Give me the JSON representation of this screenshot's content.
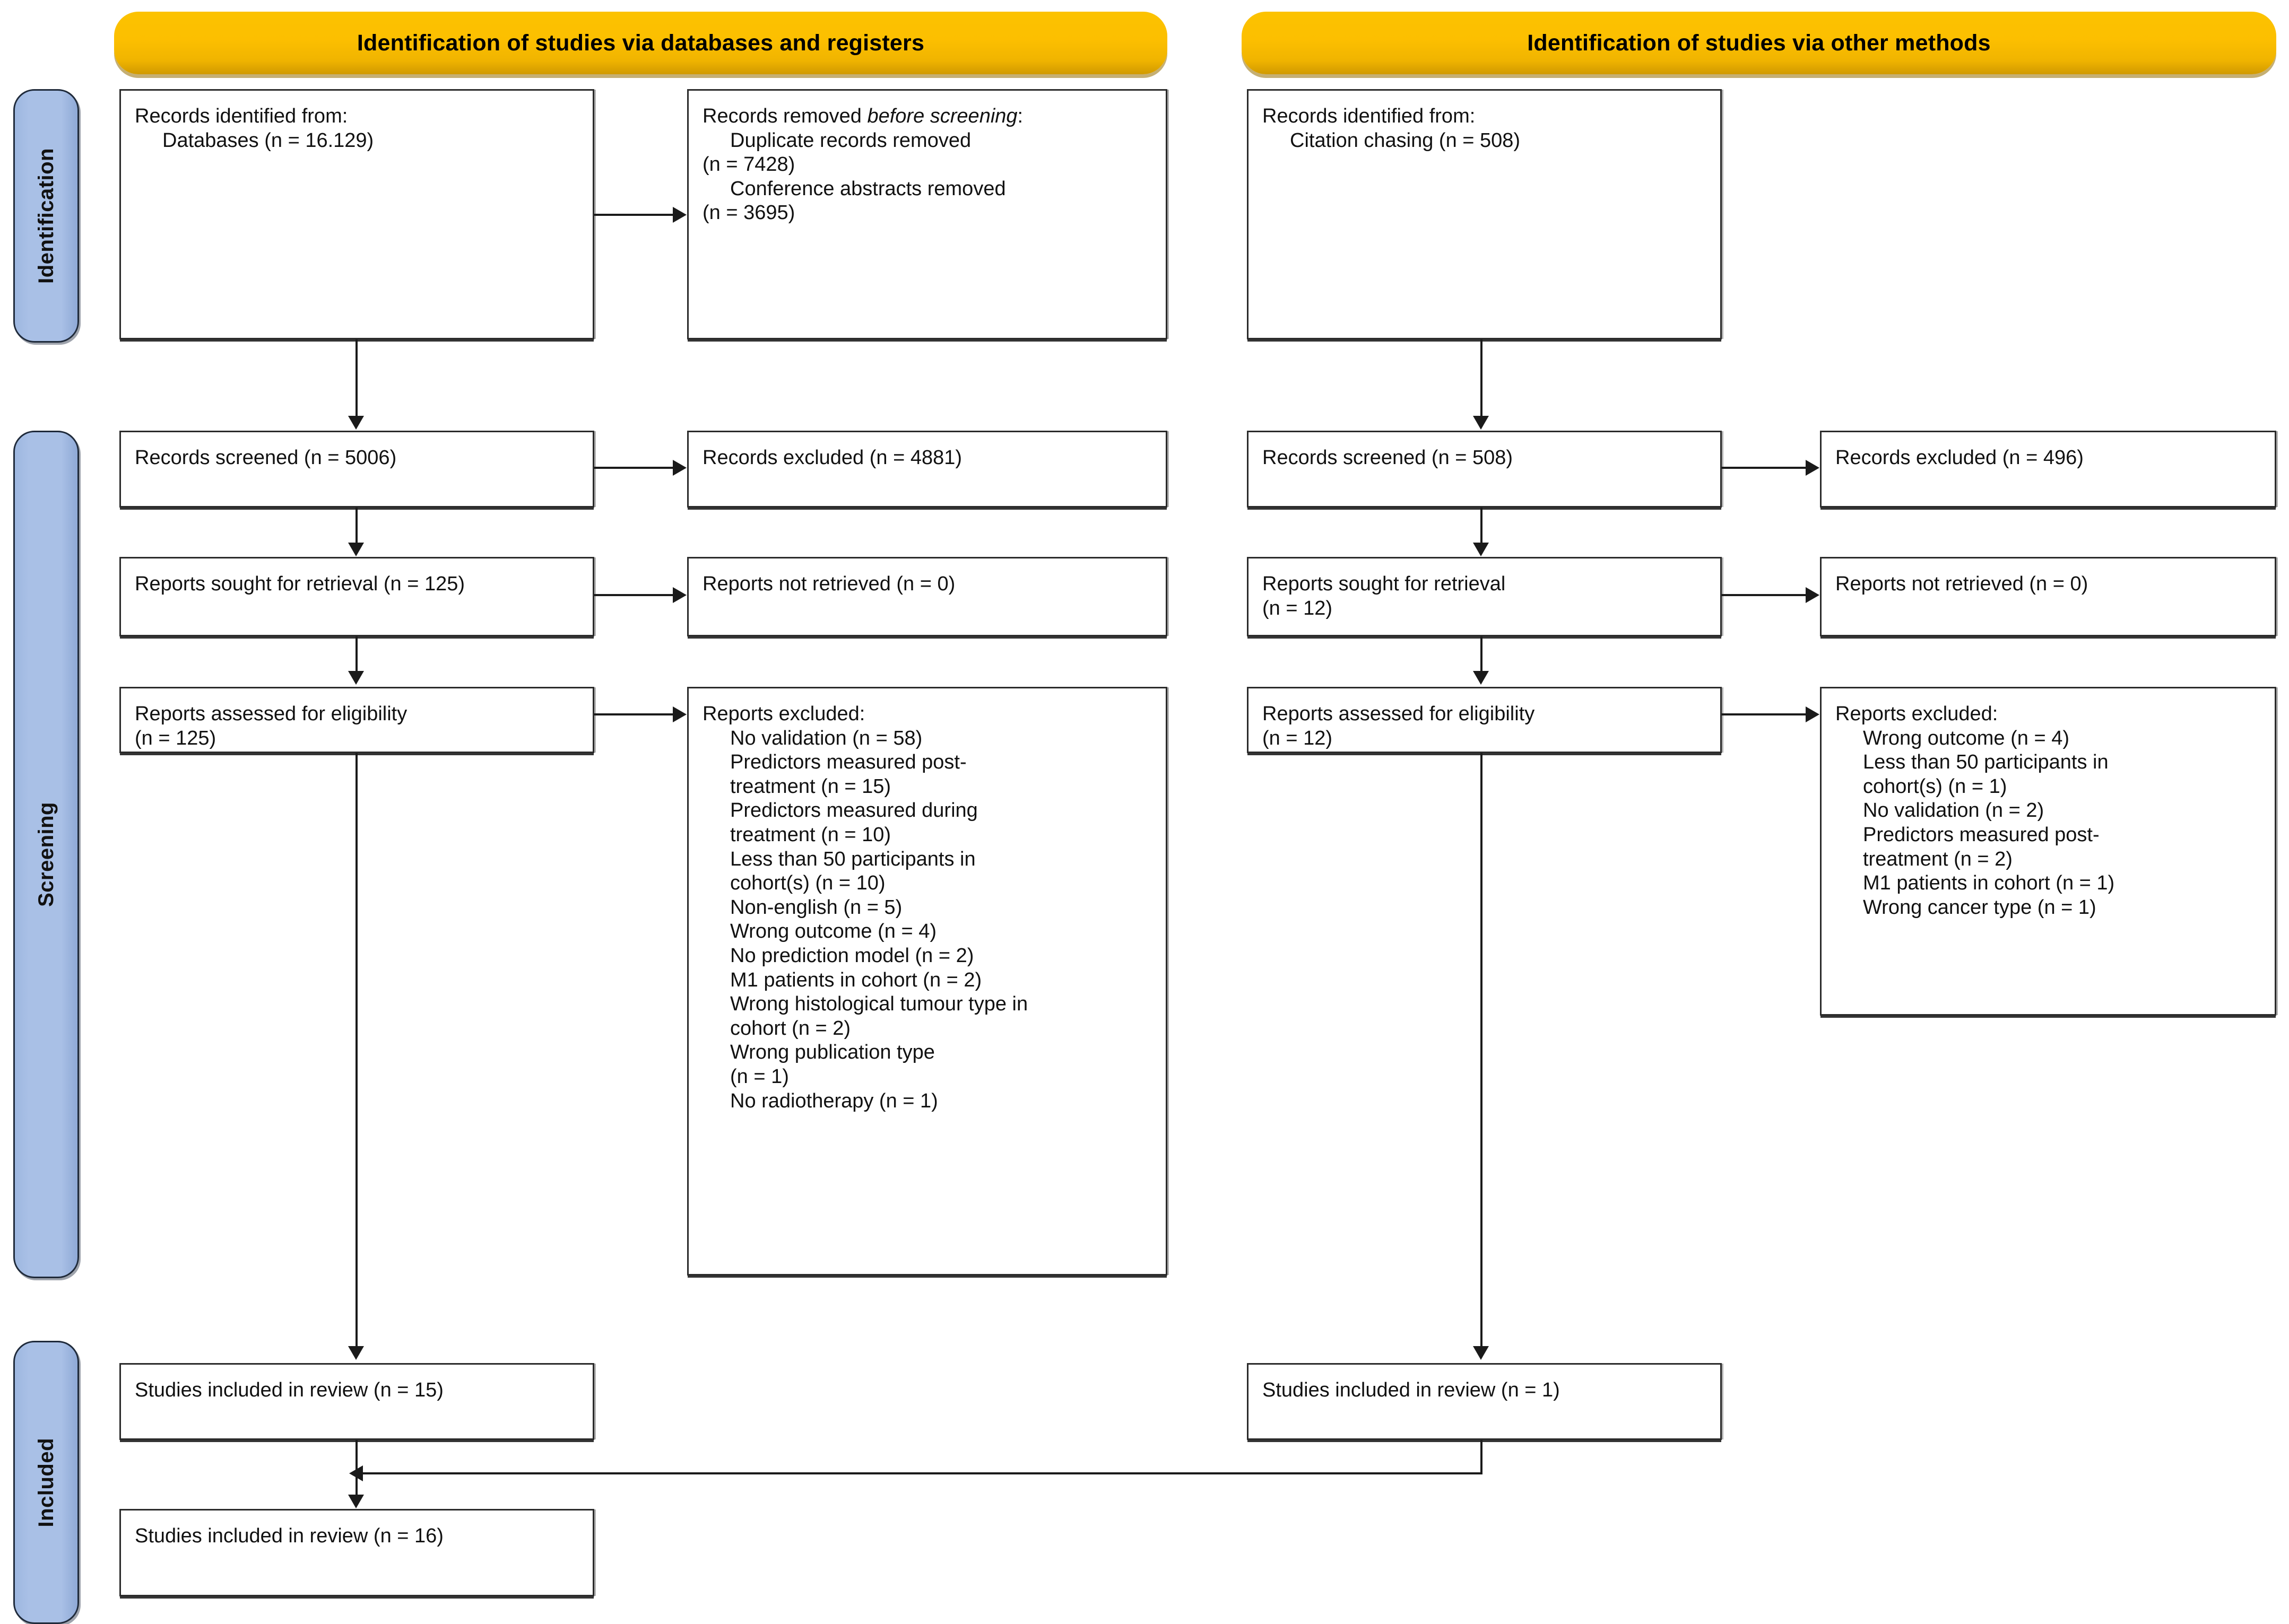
{
  "diagram": {
    "title": "PRISMA 2020 flow diagram",
    "accent_yellow": "#fcc200",
    "accent_blue": "#a9c0e6",
    "line_color": "#1a1a1a"
  },
  "headers": {
    "left": "Identification of studies via databases and registers",
    "right": "Identification of studies via other methods"
  },
  "stages": {
    "identification": "Identification",
    "screening": "Screening",
    "included": "Included"
  },
  "left_column": {
    "identified": {
      "line1": "Records identified from:",
      "line2": "Databases (n = 16.129)"
    },
    "removed": {
      "heading_plain": "Records removed ",
      "heading_italic": "before screening",
      "heading_colon": ":",
      "line1": "Duplicate records removed",
      "line2": "(n = 7428)",
      "line3": "Conference abstracts removed",
      "line4": "(n = 3695)"
    },
    "screened": "Records screened (n = 5006)",
    "excluded": "Records excluded (n = 4881)",
    "sought": "Reports sought for retrieval (n = 125)",
    "not_retrieved": "Reports not retrieved (n = 0)",
    "assessed_line1": "Reports assessed for eligibility",
    "assessed_line2": "(n = 125)",
    "reports_excluded": {
      "heading": "Reports excluded:",
      "items": [
        "No validation (n = 58)",
        "Predictors measured post-\ntreatment (n = 15)",
        "Predictors measured during\ntreatment (n = 10)",
        "Less than 50 participants in\ncohort(s) (n = 10)",
        "Non-english (n = 5)",
        "Wrong outcome (n = 4)",
        "No prediction model (n = 2)",
        "M1 patients in cohort (n = 2)",
        "Wrong histological tumour type in\ncohort (n = 2)",
        "Wrong publication type\n(n = 1)",
        "No radiotherapy (n = 1)"
      ]
    },
    "included_review": "Studies included in review (n = 15)"
  },
  "right_column": {
    "identified": {
      "line1": "Records identified from:",
      "line2": "Citation chasing (n = 508)"
    },
    "screened": "Records screened (n = 508)",
    "excluded": "Records excluded (n = 496)",
    "sought_line1": "Reports sought for retrieval",
    "sought_line2": "(n = 12)",
    "not_retrieved": "Reports not retrieved (n = 0)",
    "assessed_line1": "Reports assessed for eligibility",
    "assessed_line2": "(n = 12)",
    "reports_excluded": {
      "heading": "Reports excluded:",
      "items": [
        "Wrong outcome (n = 4)",
        "Less than 50 participants in\ncohort(s) (n = 1)",
        "No validation (n = 2)",
        "Predictors measured post-\ntreatment (n = 2)",
        "M1 patients in cohort (n = 1)",
        "Wrong cancer type (n = 1)"
      ]
    },
    "included_review": "Studies included in review (n = 1)"
  },
  "total": {
    "included_review": "Studies included in review (n = 16)"
  }
}
